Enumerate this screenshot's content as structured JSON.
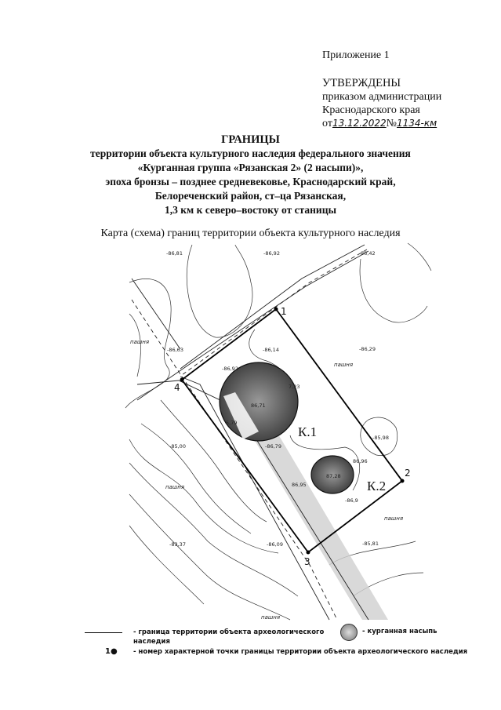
{
  "header": {
    "appendix": "Приложение 1",
    "approved": "УТВЕРЖДЕНЫ",
    "order_line1": "приказом администрации",
    "order_line2": "Краснодарского края",
    "date_prefix": "от",
    "date_handwritten": "13.12.2022",
    "number_prefix": "№",
    "number_handwritten": "1134-км"
  },
  "title": {
    "main": "ГРАНИЦЫ",
    "line1": "территории объекта культурного наследия федерального значения",
    "line2": "«Курганная группа «Рязанская 2» (2 насыпи)»,",
    "line3": "эпоха бронзы – позднее средневековье, Краснодарский край,",
    "line4": "Белореченский район, ст–ца Рязанская,",
    "line5": "1,3 км к северо–востоку от станицы"
  },
  "map": {
    "caption": "Карта (схема) границ территории объекта культурного наследия",
    "points": [
      "1",
      "2",
      "3",
      "4"
    ],
    "mounds": [
      "К.1",
      "К.2"
    ],
    "elevations": [
      "-86,81",
      "-86,92",
      "86,42",
      "-86,63",
      "-86,14",
      "-86,29",
      "-86,92",
      "7,23",
      "86,71",
      "5,79",
      "-86,79",
      "-85,98",
      "86,96",
      "87,28",
      "86,95",
      "-86,9",
      "-85,00",
      "-83,37",
      "-86,09",
      "-85,81"
    ],
    "land_label": "пашня"
  },
  "legend": {
    "boundary": "- граница территории объекта археологического",
    "boundary_cont": "наследия",
    "mound": "- курганная насыпь",
    "point_num": "1",
    "point": "- номер характерной точки границы территории объекта археологического наследия"
  }
}
